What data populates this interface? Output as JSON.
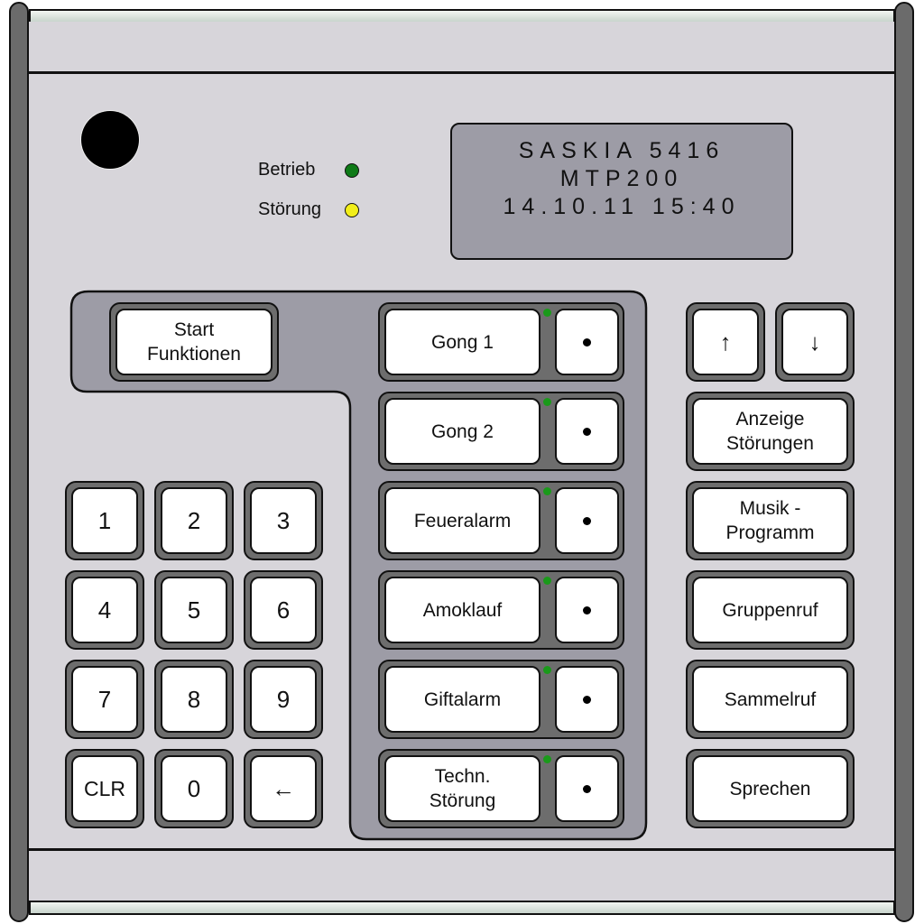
{
  "device": {
    "status_leds": [
      {
        "label": "Betrieb",
        "color": "#0e7a17"
      },
      {
        "label": "Störung",
        "color": "#f2ee1a"
      }
    ],
    "display": {
      "lines": [
        "SASKIA 5416",
        "MTP200",
        "14.10.11 15:40"
      ],
      "background": "#9d9ca6"
    },
    "start_button": {
      "line1": "Start",
      "line2": "Funktionen"
    },
    "alarm_buttons": [
      {
        "line1": "Gong 1",
        "line2": "",
        "led_color": "#1a9a1a"
      },
      {
        "line1": "Gong 2",
        "line2": "",
        "led_color": "#1a9a1a"
      },
      {
        "line1": "Feueralarm",
        "line2": "",
        "led_color": "#1a9a1a"
      },
      {
        "line1": "Amoklauf",
        "line2": "",
        "led_color": "#1a9a1a"
      },
      {
        "line1": "Giftalarm",
        "line2": "",
        "led_color": "#1a9a1a"
      },
      {
        "line1": "Techn.",
        "line2": "Störung",
        "led_color": "#1a9a1a"
      }
    ],
    "keypad": [
      "1",
      "2",
      "3",
      "4",
      "5",
      "6",
      "7",
      "8",
      "9",
      "CLR",
      "0",
      "←"
    ],
    "nav_buttons": {
      "up": "↑",
      "down": "↓"
    },
    "right_buttons": [
      {
        "line1": "Anzeige",
        "line2": "Störungen"
      },
      {
        "line1": "Musik -",
        "line2": "Programm"
      },
      {
        "line1": "Gruppenruf",
        "line2": ""
      },
      {
        "line1": "Sammelruf",
        "line2": ""
      },
      {
        "line1": "Sprechen",
        "line2": ""
      }
    ]
  }
}
